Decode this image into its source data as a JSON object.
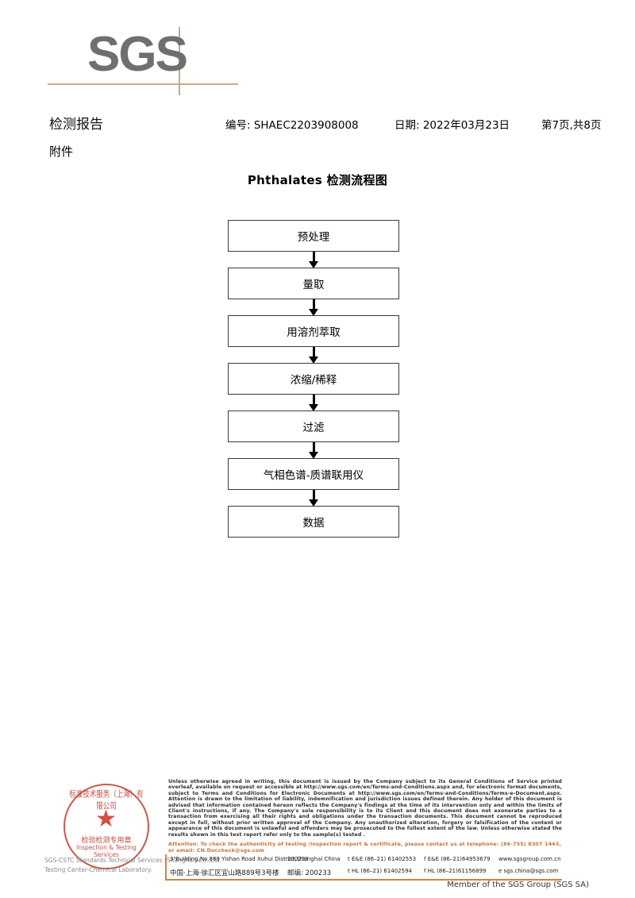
{
  "logo": {
    "text": "SGS",
    "line_color": "#c8a887",
    "text_color": "#6f6f6f"
  },
  "header": {
    "title": "检测报告",
    "report_no": "编号: SHAEC2203908008",
    "date": "日期: 2022年03月23日",
    "page": "第7页,共8页",
    "attachment": "附件"
  },
  "flowchart": {
    "title": "Phthalates 检测流程图",
    "nodes": [
      {
        "label": "预处理"
      },
      {
        "label": "量取"
      },
      {
        "label": "用溶剂萃取"
      },
      {
        "label": "浓缩/稀释"
      },
      {
        "label": "过滤"
      },
      {
        "label": "气相色谱-质谱联用仪"
      },
      {
        "label": "数据"
      }
    ]
  },
  "footer": {
    "seal": {
      "arc_text": "标准技术服务（上海）有限公司",
      "center_cn": "检验检测专用章",
      "center_en": "Inspection & Testing Services",
      "company_line_1": "SGS-CSTC Standards Technical Services (Shanghai) Co.,Ltd.",
      "company_line_2": "Testing Center-Chemical Laboratory.",
      "seal_color": "#c1392b"
    },
    "legal": "Unless otherwise agreed in writing, this document is issued by the Company subject to its General Conditions of Service printed overleaf, available on request or accessible at http://www.sgs.com/en/Terms-and-Conditions.aspx and, for electronic format documents, subject to Terms and Conditions for Electronic Documents at http://www.sgs.com/en/Terms-and-Conditions/Terms-e-Document.aspx. Attention is drawn to the limitation of liability, indemnification and jurisdiction issues defined therein. Any holder of this document is advised that information contained hereon reflects the Company's findings at the time of its intervention only and within the limits of Client's instructions, if any. The Company's sole responsibility is to its Client and this document does not exonerate parties to a transaction from exercising all their rights and obligations under the transaction documents. This document cannot be reproduced except in full, without prior written approval of the Company. Any unauthorized alteration, forgery or falsification of the content or appearance of this document is unlawful and offenders may be prosecuted to the fullest extent of the law. Unless otherwise stated the results shown in this test report refer only to the sample(s) tested .",
    "attention": "Attention: To check the authenticity of testing /inspection report & certificate, please contact us at telephone: (86-755) 8307 1443, or email: CN.Doccheck@sgs.com",
    "attention_color": "#c4733a",
    "address": {
      "en": {
        "address": "3ᵈBuilding,No.889 Yishan Road Xuhui District,Shanghai China",
        "zip": "200233",
        "tel": "t E&E (86–21) 61402553",
        "fax": "f E&E (86–21)64953679",
        "web": "www.sgsgroup.com.cn"
      },
      "cn": {
        "address": "中国·上海·徐汇区宜山路889号3号楼",
        "zip": "邮编: 200233",
        "tel": "t HL (86–21) 61402594",
        "fax": "f HL (86–21)61156899",
        "web": "e sgs.china@sgs.com"
      },
      "line_color": "#c8864a"
    },
    "member": "Member of the SGS Group (SGS SA)"
  }
}
